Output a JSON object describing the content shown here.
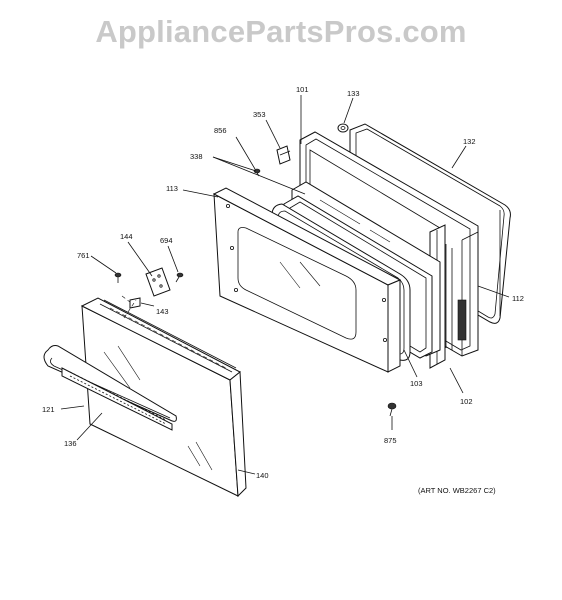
{
  "watermark": "AppliancePartsPros.com",
  "art_number": "(ART NO. WB2267 C2)",
  "callouts": {
    "c101": "101",
    "c133": "133",
    "c353": "353",
    "c856": "856",
    "c338": "338",
    "c132": "132",
    "c113": "113",
    "c144": "144",
    "c694": "694",
    "c761": "761",
    "c143": "143",
    "c112": "112",
    "c103": "103",
    "c102": "102",
    "c121": "121",
    "c136": "136",
    "c875": "875",
    "c140": "140"
  }
}
